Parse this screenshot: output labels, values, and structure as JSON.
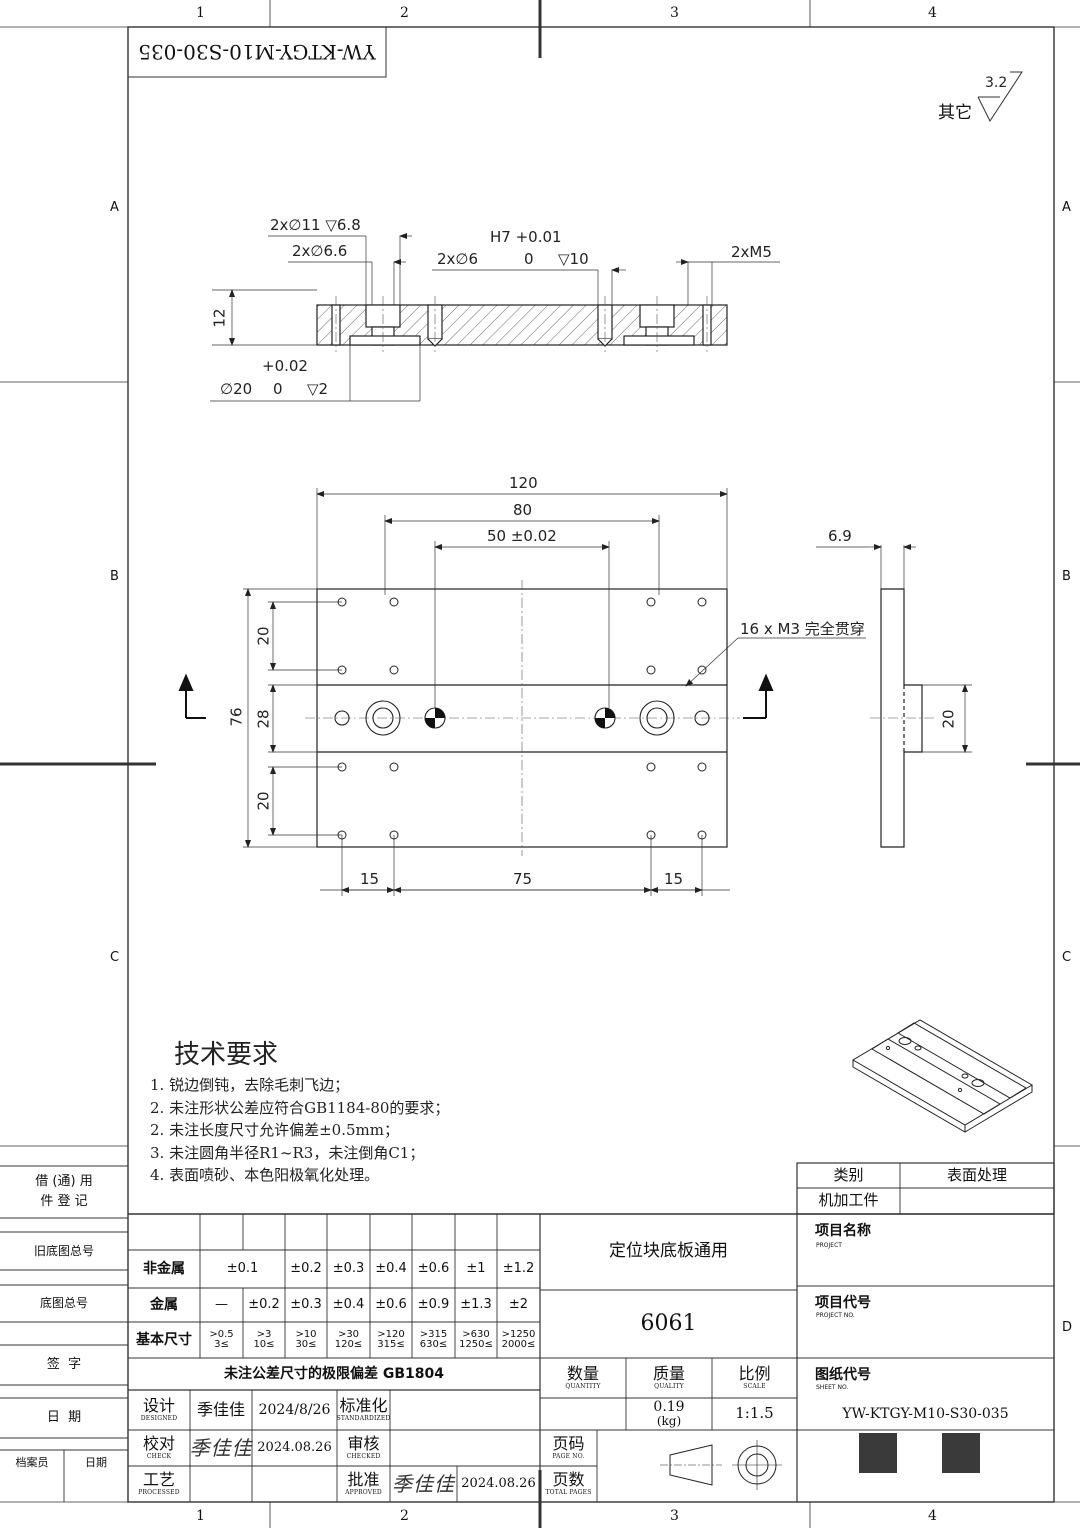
{
  "frame": {
    "top_zone_numbers": [
      "1",
      "2",
      "3",
      "4"
    ],
    "bottom_zone_numbers": [
      "1",
      "2",
      "3",
      "4"
    ],
    "left_zone_letters": [
      "A",
      "B",
      "C"
    ],
    "right_zone_letters": [
      "A",
      "B",
      "C",
      "D"
    ]
  },
  "drawing_no_stamp": "YW-KTGY-M10-S30-035",
  "roughness": {
    "label": "其它",
    "value": "3.2"
  },
  "section_view": {
    "callout_cbore": "2x∅11 ▽6.8",
    "callout_hole": "2x∅6.6",
    "callout_pin_tol_upper": "H7 +0.01",
    "callout_pin": "2x∅6",
    "callout_pin_tol_lower": "0",
    "callout_pin_depth": "▽10",
    "callout_thread": "2xM5",
    "height_dim": "12",
    "boss_tol_upper": "+0.02",
    "boss_dia": "∅20",
    "boss_tol_lower": "0",
    "boss_depth": "▽2"
  },
  "plan_view": {
    "dim_120": "120",
    "dim_80": "80",
    "dim_50": "50 ±0.02",
    "dim_76": "76",
    "dim_20_top": "20",
    "dim_28": "28",
    "dim_20_bottom": "20",
    "dim_15_left": "15",
    "dim_75": "75",
    "dim_15_right": "15",
    "thread_note": "16 x M3 完全贯穿"
  },
  "side_view": {
    "dim_top": "6.9",
    "dim_boss": "20"
  },
  "tech_requirements": {
    "title": "技术要求",
    "items": [
      "1. 锐边倒钝，去除毛刺飞边；",
      "2. 未注形状公差应符合GB1184-80的要求；",
      "2. 未注长度尺寸允许偏差±0.5mm；",
      "3. 未注圆角半径R1~R3，未注倒角C1；",
      "4. 表面喷砂、本色阳极氧化处理。"
    ]
  },
  "left_register": {
    "borrow": "借 (通) 用\n件 登 记",
    "old_base_total": "旧底图总号",
    "base_total": "底图总号",
    "signature": "签  字",
    "date": "日  期",
    "archivist": "档案员",
    "archive_date": "日期"
  },
  "category_table": {
    "category_label": "类别",
    "surface_label": "表面处理",
    "category_value": "机加工件",
    "surface_value": ""
  },
  "tolerance_table": {
    "non_metal_label": "非金属",
    "non_metal_values": [
      "±0.1",
      "±0.2",
      "±0.3",
      "±0.4",
      "±0.6",
      "±1",
      "±1.2"
    ],
    "metal_label": "金属",
    "metal_values": [
      "—",
      "±0.2",
      "±0.3",
      "±0.4",
      "±0.6",
      "±0.9",
      "±1.3",
      "±2"
    ],
    "base_size_label": "基本尺寸",
    "ranges_top": [
      ">0.5",
      ">3",
      ">10",
      ">30",
      ">120",
      ">315",
      ">630",
      ">1250"
    ],
    "ranges_bottom": [
      "3≤",
      "10≤",
      "30≤",
      "120≤",
      "315≤",
      "630≤",
      "1250≤",
      "2000≤"
    ],
    "caption": "未注公差尺寸的极限偏差   GB1804"
  },
  "title_block": {
    "part_name": "定位块底板通用",
    "material": "6061",
    "quantity_label": "数量",
    "quantity_sub": "QUANTITY",
    "mass_label": "质量",
    "mass_sub": "QUALITY",
    "scale_label": "比例",
    "scale_sub": "SCALE",
    "mass_value": "0.19",
    "mass_unit": "(kg)",
    "scale_value": "1:1.5",
    "designer_label": "设计",
    "designer_sub": "DESIGNED",
    "designer_name": "季佳佳",
    "designer_date": "2024/8/26",
    "standard_label": "标准化",
    "standard_sub": "STANDARDIZED",
    "check_label": "校对",
    "check_sub": "CHECK",
    "check_signature": "季佳佳",
    "check_date": "2024.08.26",
    "review_label": "审核",
    "review_sub": "CHECKED",
    "process_label": "工艺",
    "process_sub": "PROCESSED",
    "approve_label": "批准",
    "approve_sub": "APPROVED",
    "approve_signature": "季佳佳",
    "approve_date": "2024.08.26",
    "page_no_label": "页码",
    "page_no_sub": "PAGE NO.",
    "total_pages_label": "页数",
    "total_pages_sub": "TOTAL PAGES",
    "project_name_label": "项目名称",
    "project_name_sub": "PROJECT",
    "project_no_label": "项目代号",
    "project_no_sub": "PROJECT NO.",
    "sheet_no_label": "图纸代号",
    "sheet_no_sub": "SHEET NO.",
    "sheet_no": "YW-KTGY-M10-S30-035"
  }
}
